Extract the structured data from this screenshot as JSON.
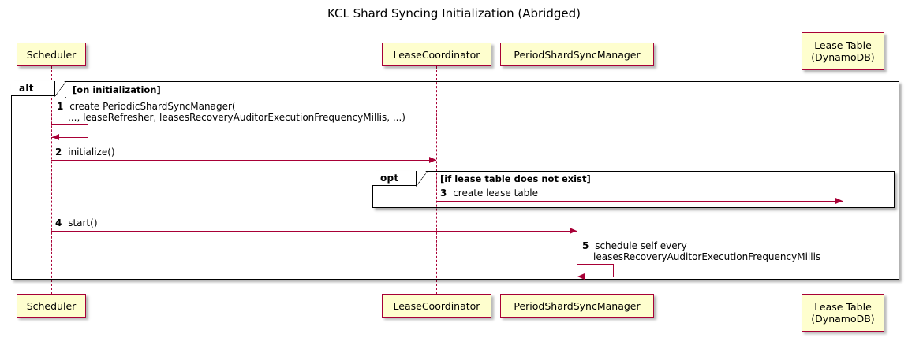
{
  "diagram": {
    "title": "KCL Shard Syncing Initialization (Abridged)",
    "colors": {
      "participant_fill": "#FEFECE",
      "participant_border": "#A80036",
      "arrow": "#A80036",
      "frame_border": "#000000",
      "background": "#FFFFFF"
    }
  },
  "participants": [
    {
      "id": "scheduler",
      "label_line1": "Scheduler",
      "label_line2": ""
    },
    {
      "id": "leasecoord",
      "label_line1": "LeaseCoordinator",
      "label_line2": ""
    },
    {
      "id": "pssm",
      "label_line1": "PeriodShardSyncManager",
      "label_line2": ""
    },
    {
      "id": "leasetable",
      "label_line1": "Lease Table",
      "label_line2": "(DynamoDB)"
    }
  ],
  "fragments": [
    {
      "id": "alt",
      "type_label": "alt",
      "guard": "[on initialization]"
    },
    {
      "id": "opt",
      "type_label": "opt",
      "guard": "[if lease table does not exist]"
    }
  ],
  "messages": [
    {
      "number": "1",
      "from": "scheduler",
      "to": "scheduler",
      "self": true,
      "line1": "create PeriodicShardSyncManager(",
      "line2": "..., leaseRefresher, leasesRecoveryAuditorExecutionFrequencyMillis, ...)"
    },
    {
      "number": "2",
      "from": "scheduler",
      "to": "leasecoord",
      "self": false,
      "line1": "initialize()",
      "line2": ""
    },
    {
      "number": "3",
      "from": "leasecoord",
      "to": "leasetable",
      "self": false,
      "line1": "create lease table",
      "line2": ""
    },
    {
      "number": "4",
      "from": "scheduler",
      "to": "pssm",
      "self": false,
      "line1": "start()",
      "line2": ""
    },
    {
      "number": "5",
      "from": "pssm",
      "to": "pssm",
      "self": true,
      "line1": "schedule self every",
      "line2": "leasesRecoveryAuditorExecutionFrequencyMillis"
    }
  ]
}
